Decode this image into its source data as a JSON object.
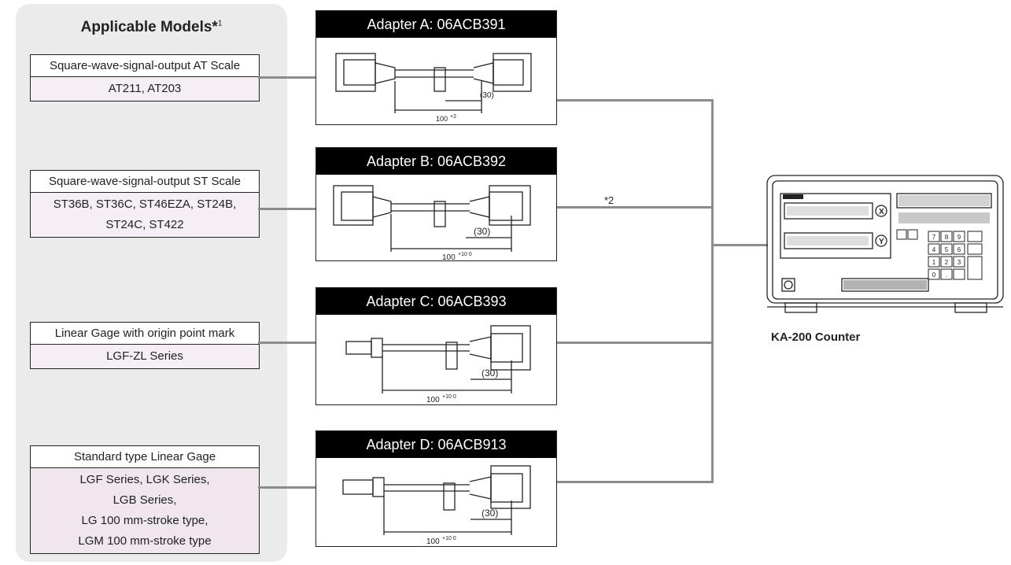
{
  "models_panel": {
    "title": "Applicable Models*",
    "title_note": "1",
    "groups": [
      {
        "header": "Square-wave-signal-output AT Scale",
        "lines": [
          "AT211, AT203"
        ]
      },
      {
        "header": "Square-wave-signal-output ST Scale",
        "lines": [
          "ST36B, ST36C, ST46EZA, ST24B,",
          "ST24C, ST422"
        ]
      },
      {
        "header": "Linear Gage with origin point mark",
        "lines": [
          "LGF-ZL Series"
        ]
      },
      {
        "header": "Standard type Linear Gage",
        "lines": [
          "LGF Series, LGK Series,",
          "LGB Series,",
          "LG 100 mm-stroke type,",
          "LGM 100 mm-stroke type"
        ]
      }
    ]
  },
  "adapters": [
    {
      "title": "Adapter A: 06ACB391",
      "dim_length": "100",
      "dim_tol": "+2",
      "dim_short": "(30)"
    },
    {
      "title": "Adapter B: 06ACB392",
      "dim_length": "100",
      "dim_tol": "+10 0",
      "dim_short": "(30)"
    },
    {
      "title": "Adapter C: 06ACB393",
      "dim_length": "100",
      "dim_tol": "+10 0",
      "dim_short": "(30)"
    },
    {
      "title": "Adapter D: 06ACB913",
      "dim_length": "100",
      "dim_tol": "+10 0",
      "dim_short": "(30)"
    }
  ],
  "footnote_2": "*2",
  "counter": {
    "label": "KA-200 Counter",
    "axis_x": "X",
    "axis_y": "Y",
    "keys": [
      "7",
      "8",
      "9",
      "4",
      "5",
      "6",
      "1",
      "2",
      "3",
      "0",
      "."
    ]
  },
  "colors": {
    "panel": "#ebebeb",
    "wire": "#8c8c8c",
    "model_body": "#f5eef4"
  }
}
